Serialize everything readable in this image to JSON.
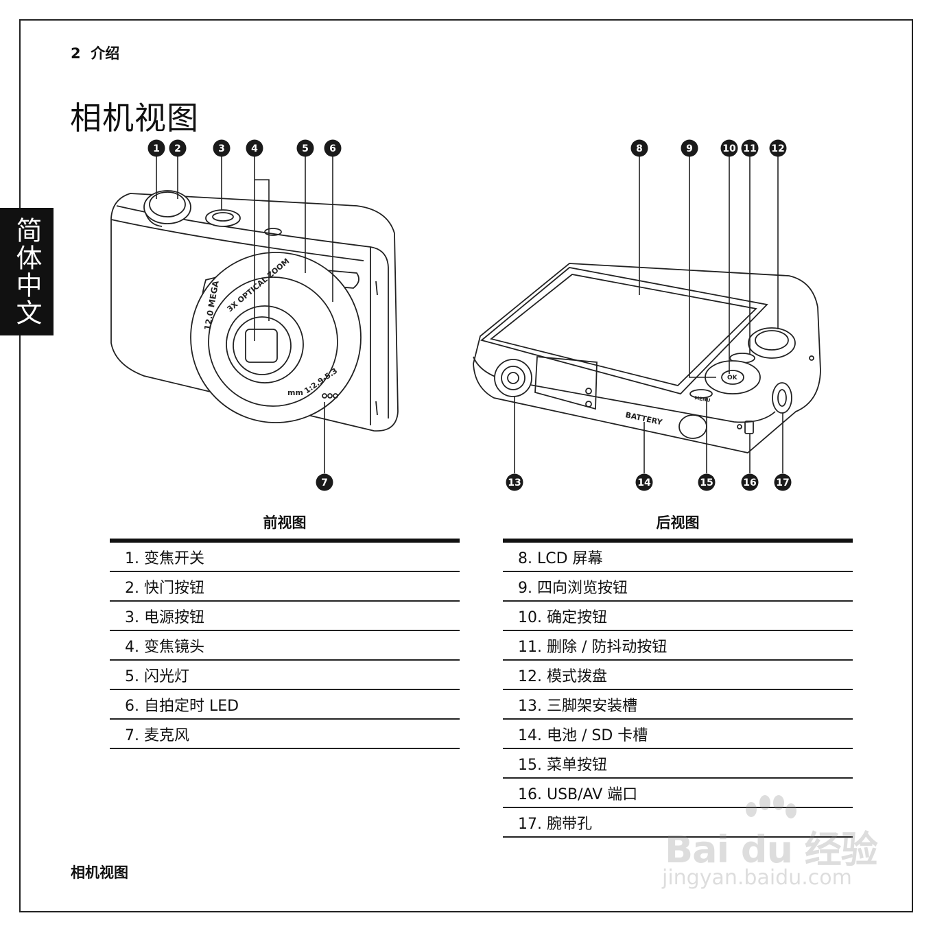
{
  "header": {
    "page_number": "2",
    "section": "介绍"
  },
  "page_title": "相机视图",
  "side_tab": "简体中文",
  "front_view": {
    "caption": "前视图",
    "callouts": [
      "1",
      "2",
      "3",
      "4",
      "5",
      "6",
      "7"
    ],
    "lens_text": {
      "mega": "12.0 MEGA",
      "zoom": "3X OPTICAL ZOOM",
      "aperture": "1:2.9-5.3",
      "mm": "mm"
    },
    "items": [
      "1. 变焦开关",
      "2. 快门按钮",
      "3. 电源按钮",
      "4. 变焦镜头",
      "5. 闪光灯",
      "6. 自拍定时 LED",
      "7. 麦克风"
    ]
  },
  "back_view": {
    "caption": "后视图",
    "callouts": [
      "8",
      "9",
      "10",
      "11",
      "12",
      "13",
      "14",
      "15",
      "16",
      "17"
    ],
    "body_text": {
      "battery": "BATTERY",
      "menu": "MENU",
      "ok": "OK"
    },
    "items": [
      "8. LCD 屏幕",
      "9. 四向浏览按钮",
      "10. 确定按钮",
      "11. 删除 / 防抖动按钮",
      "12. 模式拨盘",
      "13. 三脚架安装槽",
      "14. 电池 /  SD 卡槽",
      "15. 菜单按钮",
      "16. USB/AV 端口",
      "17. 腕带孔"
    ]
  },
  "footer": "相机视图",
  "watermark": {
    "brand": "Bai du 经验",
    "url": "jingyan.baidu.com"
  }
}
